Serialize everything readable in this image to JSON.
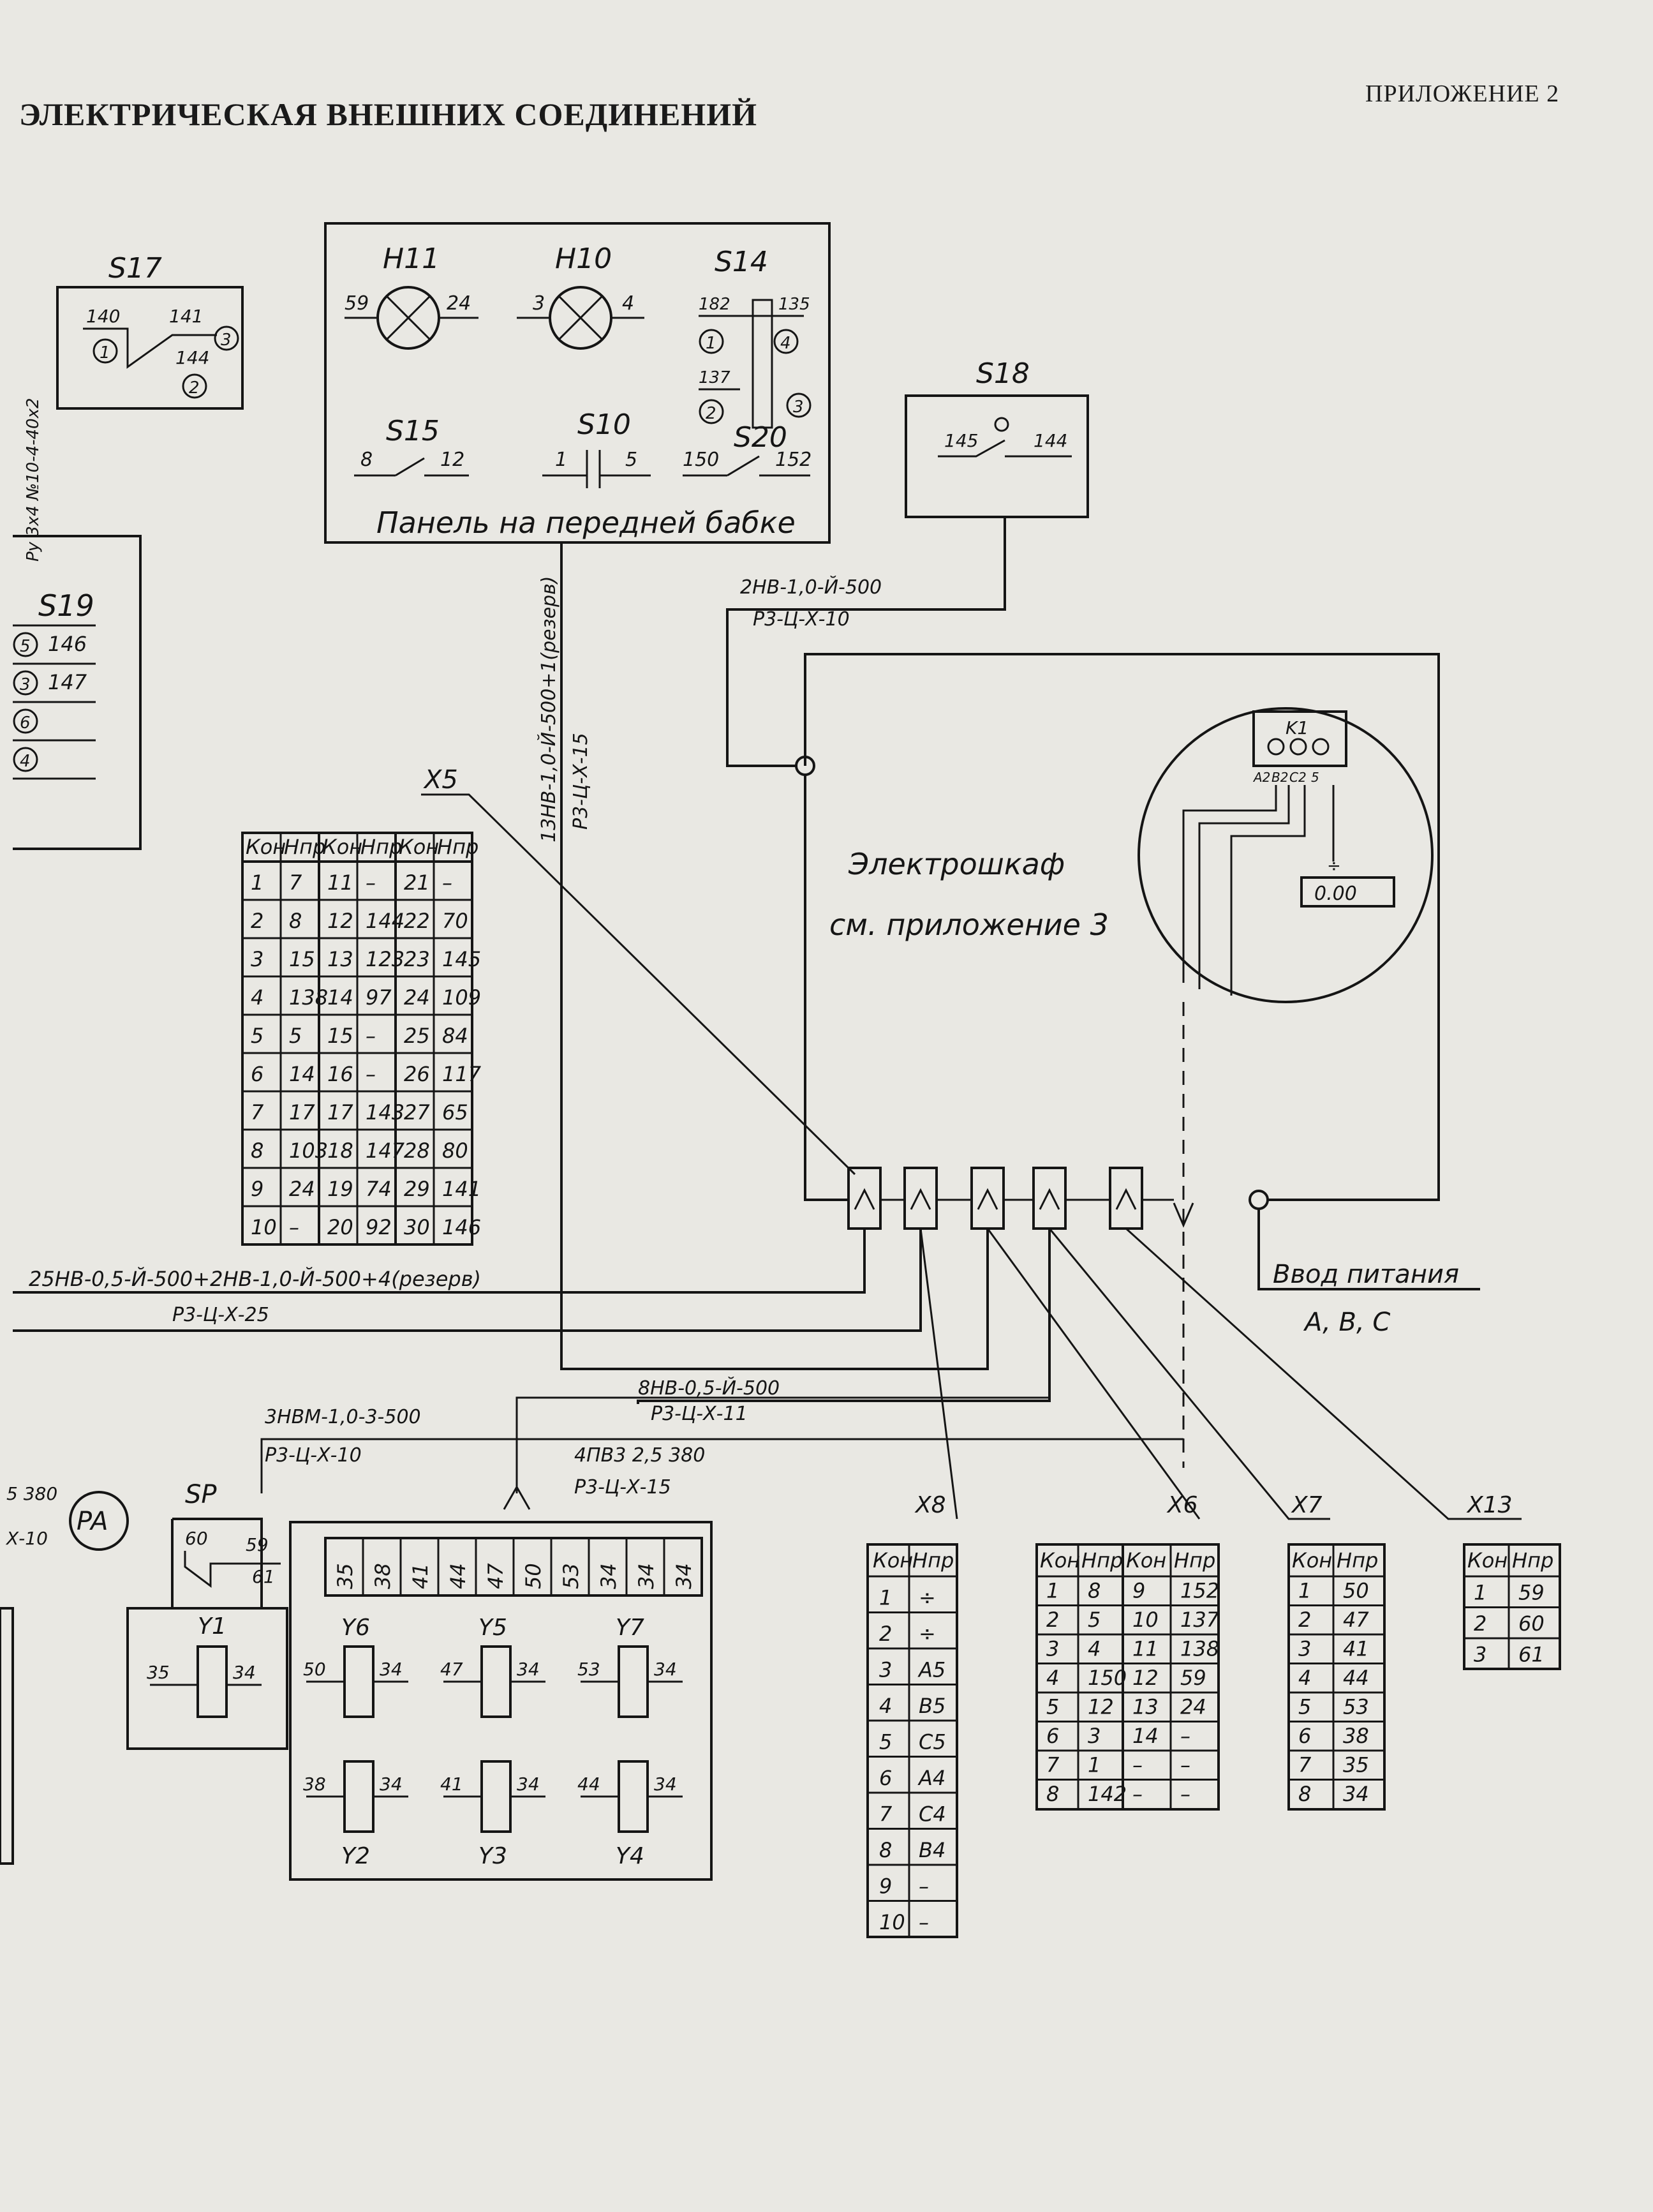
{
  "header": {
    "title": "ЭЛЕКТРИЧЕСКАЯ ВНЕШНИХ СОЕДИНЕНИЙ",
    "appendix": "ПРИЛОЖЕНИЕ 2"
  },
  "panel": {
    "caption": "Панель на передней бабке",
    "h11": {
      "label": "H11",
      "left": "59",
      "right": "24"
    },
    "h10": {
      "label": "H10",
      "left": "3",
      "right": "4"
    },
    "s14": {
      "label": "S14",
      "t1": "182",
      "t2": "135",
      "t3": "137",
      "c1": "1",
      "c4": "4",
      "c2": "2",
      "c3": "3"
    },
    "s15": {
      "label": "S15",
      "left": "8",
      "right": "12"
    },
    "s10": {
      "label": "S10",
      "left": "1",
      "right": "5"
    },
    "s20": {
      "label": "S20",
      "left": "150",
      "right": "152"
    }
  },
  "s17": {
    "label": "S17",
    "t1": "140",
    "t2": "141",
    "t3": "144",
    "c1": "1",
    "c2": "2",
    "c3": "3"
  },
  "s18": {
    "label": "S18",
    "left": "145",
    "right": "144"
  },
  "s19": {
    "label": "S19",
    "r1": "146",
    "r2": "147",
    "c1": "5",
    "c2": "3",
    "c3": "6",
    "c4": "4"
  },
  "left_vertical_cable": "Ру 3x4 №10-4-40х2",
  "cables": {
    "c1_type": "2НВ-1,0-Й-500",
    "c1_conduit": "Р3-Ц-Х-10",
    "c2_type": "13НВ-1,0-Й-500+1(резерв)",
    "c2_conduit": "Р3-Ц-Х-15",
    "c3_type": "25НВ-0,5-Й-500+2НВ-1,0-Й-500+4(резерв)",
    "c3_conduit": "Р3-Ц-Х-25",
    "c4_type": "8НВ-0,5-Й-500",
    "c4_conduit": "Р3-Ц-Х-11",
    "c5_type": "3НВМ-1,0-3-500",
    "c5_conduit": "Р3-Ц-Х-10",
    "c6_type": "4ПВ3 2,5 380",
    "c6_conduit": "Р3-Ц-Х-15",
    "left_fragment1": "5 380",
    "left_fragment2": "Х-10"
  },
  "cabinet": {
    "line1": "Электрошкаф",
    "line2": "см. приложение 3",
    "k1": "K1",
    "k1_pins": [
      "A2",
      "B2",
      "C2",
      "5"
    ],
    "ground_label": "÷",
    "ground_term": "0.00"
  },
  "power_input": {
    "line1": "Ввод питания",
    "line2": "A, B, C"
  },
  "connectors": {
    "x5": "X5",
    "x8": "X8",
    "x6": "X6",
    "x7": "X7",
    "x13": "X13"
  },
  "x5_table": {
    "headers": [
      "Кон",
      "Нпр",
      "Кон",
      "Нпр",
      "Кон",
      "Нпр"
    ],
    "rows": [
      [
        "1",
        "7",
        "11",
        "–",
        "21",
        "–"
      ],
      [
        "2",
        "8",
        "12",
        "144",
        "22",
        "70"
      ],
      [
        "3",
        "15",
        "13",
        "123",
        "23",
        "145"
      ],
      [
        "4",
        "138",
        "14",
        "97",
        "24",
        "109"
      ],
      [
        "5",
        "5",
        "15",
        "–",
        "25",
        "84"
      ],
      [
        "6",
        "14",
        "16",
        "–",
        "26",
        "117"
      ],
      [
        "7",
        "17",
        "17",
        "143",
        "27",
        "65"
      ],
      [
        "8",
        "103",
        "18",
        "147",
        "28",
        "80"
      ],
      [
        "9",
        "24",
        "19",
        "74",
        "29",
        "141"
      ],
      [
        "10",
        "–",
        "20",
        "92",
        "30",
        "146"
      ]
    ]
  },
  "x8_table": {
    "headers": [
      "Кон",
      "Нпр"
    ],
    "rows": [
      [
        "1",
        "÷"
      ],
      [
        "2",
        "÷"
      ],
      [
        "3",
        "A5"
      ],
      [
        "4",
        "B5"
      ],
      [
        "5",
        "C5"
      ],
      [
        "6",
        "A4"
      ],
      [
        "7",
        "C4"
      ],
      [
        "8",
        "B4"
      ],
      [
        "9",
        "–"
      ],
      [
        "10",
        "–"
      ]
    ]
  },
  "x6_table": {
    "headers": [
      "Кон",
      "Нпр",
      "Кон",
      "Нпр"
    ],
    "rows": [
      [
        "1",
        "8",
        "9",
        "152"
      ],
      [
        "2",
        "5",
        "10",
        "137"
      ],
      [
        "3",
        "4",
        "11",
        "138"
      ],
      [
        "4",
        "150",
        "12",
        "59"
      ],
      [
        "5",
        "12",
        "13",
        "24"
      ],
      [
        "6",
        "3",
        "14",
        "–"
      ],
      [
        "7",
        "1",
        "–",
        "–"
      ],
      [
        "8",
        "142",
        "–",
        "–"
      ]
    ]
  },
  "x7_table": {
    "headers": [
      "Кон",
      "Нпр"
    ],
    "rows": [
      [
        "1",
        "50"
      ],
      [
        "2",
        "47"
      ],
      [
        "3",
        "41"
      ],
      [
        "4",
        "44"
      ],
      [
        "5",
        "53"
      ],
      [
        "6",
        "38"
      ],
      [
        "7",
        "35"
      ],
      [
        "8",
        "34"
      ]
    ]
  },
  "x13_table": {
    "headers": [
      "Кон",
      "Нпр"
    ],
    "rows": [
      [
        "1",
        "59"
      ],
      [
        "2",
        "60"
      ],
      [
        "3",
        "61"
      ]
    ]
  },
  "bottom": {
    "pa": "PA",
    "sp": "SP",
    "sp_t1": "60",
    "sp_t2": "59",
    "sp_t3": "61",
    "terminals": [
      "35",
      "38",
      "41",
      "44",
      "47",
      "50",
      "53",
      "34",
      "34",
      "34"
    ],
    "y1": {
      "label": "Y1",
      "l": "35",
      "r": "34"
    },
    "y6": {
      "label": "Y6",
      "l": "50",
      "r": "34"
    },
    "y5": {
      "label": "Y5",
      "l": "47",
      "r": "34"
    },
    "y7": {
      "label": "Y7",
      "l": "53",
      "r": "34"
    },
    "y2": {
      "label": "Y2",
      "l": "38",
      "r": "34"
    },
    "y3": {
      "label": "Y3",
      "l": "41",
      "r": "34"
    },
    "y4": {
      "label": "Y4",
      "l": "44",
      "r": "34"
    }
  }
}
